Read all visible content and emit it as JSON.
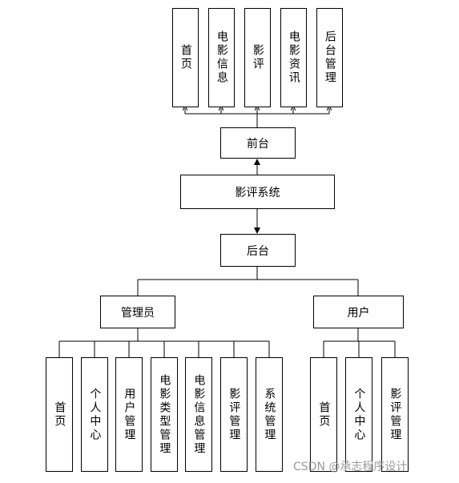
{
  "system": {
    "label": "影评系统"
  },
  "frontend": {
    "label": "前台",
    "modules": [
      "首页",
      "电影信息",
      "影评",
      "电影资讯",
      "后台管理"
    ]
  },
  "backend": {
    "label": "后台"
  },
  "admin": {
    "label": "管理员",
    "modules": [
      "首页",
      "个人中心",
      "用户管理",
      "电影类型管理",
      "电影信息管理",
      "影评管理",
      "系统管理"
    ]
  },
  "user": {
    "label": "用户",
    "modules": [
      "首页",
      "个人中心",
      "影评管理"
    ]
  },
  "watermark": {
    "text": "CSDN @承志程序设计"
  }
}
